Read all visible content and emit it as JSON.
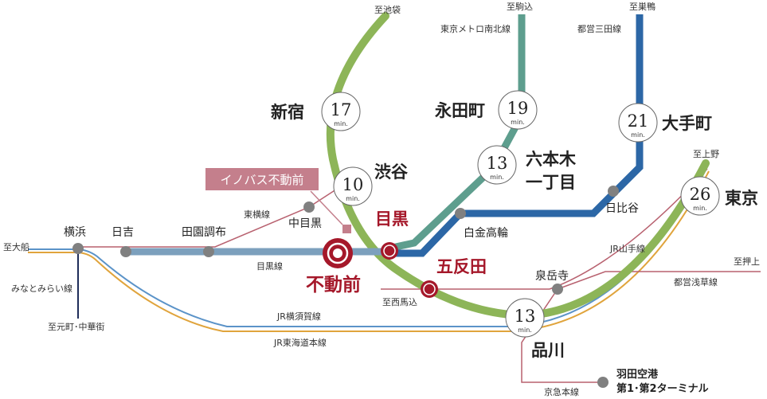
{
  "colors": {
    "yamanote": "#8db558",
    "namboku": "#5e9e8e",
    "mita": "#2c67a6",
    "meguro_line": "#7ca0bd",
    "tokyu": "#b8616f",
    "keikyu": "#b8616f",
    "yokosuka": "#5b93c8",
    "tokaido": "#e0a43c",
    "minatomirai": "#1f2d5a",
    "accent": "#a5182a"
  },
  "callout": {
    "label": "イノバス不動前",
    "color": "#c47f8c"
  },
  "home_station": "不動前",
  "stations": {
    "shinjuku": "新宿",
    "shibuya": "渋谷",
    "nagatacho": "永田町",
    "roppongi_1": "六本木",
    "roppongi_2": "一丁目",
    "otemachi": "大手町",
    "tokyo": "東京",
    "meguro": "目黒",
    "gotanda": "五反田",
    "shirokanetakanawa": "白金高輪",
    "hibiya": "日比谷",
    "sengakuji": "泉岳寺",
    "shinagawa": "品川",
    "nakameguro": "中目黒",
    "denenchofu": "田園調布",
    "hiyoshi": "日吉",
    "yokohama": "横浜"
  },
  "bubbles": {
    "shinjuku": {
      "minutes": "17",
      "unit": "min."
    },
    "shibuya": {
      "minutes": "10",
      "unit": "min."
    },
    "nagatacho": {
      "minutes": "19",
      "unit": "min."
    },
    "roppongi": {
      "minutes": "13",
      "unit": "min."
    },
    "otemachi": {
      "minutes": "21",
      "unit": "min."
    },
    "tokyo": {
      "minutes": "26",
      "unit": "min."
    },
    "shinagawa": {
      "minutes": "13",
      "unit": "min."
    }
  },
  "directions": {
    "ikebukuro": "至池袋",
    "komagome": "至駒込",
    "sugamo": "至巣鴨",
    "ueno": "至上野",
    "oshiage": "至押上",
    "nishimagome": "至西馬込",
    "ofuna": "至大船",
    "motomachi": "至元町･中華街"
  },
  "lines": {
    "namboku": "東京メトロ南北線",
    "mita": "都営三田線",
    "toyoko": "東横線",
    "meguro_line": "目黒線",
    "yamanote": "JR山手線",
    "asakusa": "都営浅草線",
    "minatomirai": "みなとみらい線",
    "yokosuka": "JR横須賀線",
    "tokaido": "JR東海道本線",
    "keikyu": "京急本線"
  },
  "airport": {
    "line1": "羽田空港",
    "line2": "第1･第2ターミナル"
  }
}
